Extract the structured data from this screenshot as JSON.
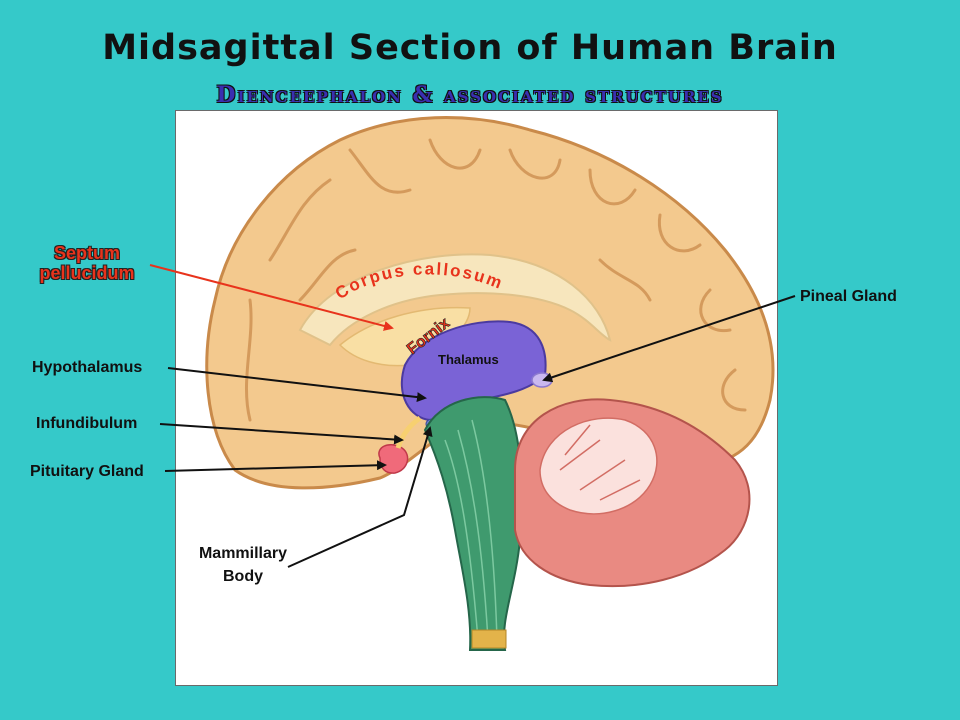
{
  "title": "Midsagittal Section of Human Brain",
  "subtitle": "Dienceephalon & associated structures",
  "labels": {
    "septum_pellucidum": "Septum pellucidum",
    "corpus_callosum": "Corpus  callosum",
    "fornix": "Fornix",
    "thalamus": "Thalamus",
    "pineal_gland": "Pineal Gland",
    "hypothalamus": "Hypothalamus",
    "infundibulum": "Infundibulum",
    "pituitary_gland": "Pituitary Gland",
    "mammillary_body": "Mammillary Body"
  },
  "colors": {
    "background": "#35c9c9",
    "accent_label": "#e8331c",
    "cortex": "#f3c98e",
    "diencephalon": "#7a63d6",
    "brainstem": "#3f9a6e",
    "cerebellum": "#e98a82"
  }
}
